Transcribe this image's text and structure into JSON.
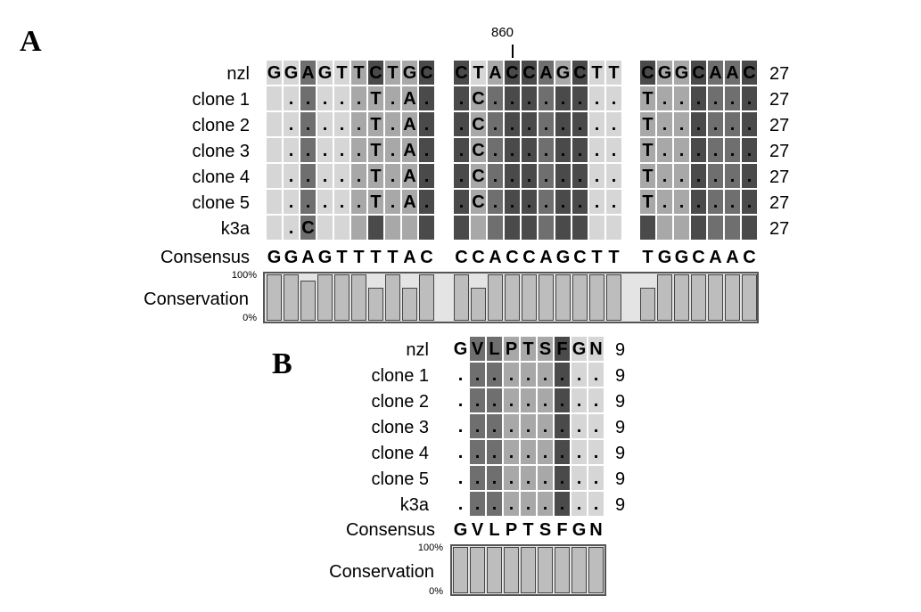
{
  "panelA": {
    "letter": "A",
    "marker": "860",
    "rows": [
      {
        "label": "nzl",
        "count": "27",
        "blocks": [
          {
            "chars": "GGAGTTCTGC",
            "shades": [
              1,
              1,
              3,
              1,
              1,
              2,
              4,
              2,
              2,
              4
            ]
          },
          {
            "chars": "CTACCAGCTT",
            "shades": [
              4,
              1,
              2,
              4,
              4,
              3,
              2,
              4,
              1,
              1
            ]
          },
          {
            "chars": "CGGCAAC",
            "shades": [
              4,
              2,
              2,
              4,
              3,
              3,
              4
            ]
          }
        ]
      },
      {
        "label": "clone 1",
        "count": "27",
        "blocks": [
          {
            "chars": "..........",
            "display": [
              "",
              ".",
              ".",
              ".",
              ".",
              ".",
              "T",
              ".",
              "A",
              "."
            ],
            "shades": [
              1,
              1,
              3,
              1,
              1,
              2,
              2,
              2,
              2,
              4
            ]
          },
          {
            "chars": "..........",
            "display": [
              ".",
              "C",
              ".",
              ".",
              ".",
              ".",
              ".",
              ".",
              ".",
              "."
            ],
            "shades": [
              4,
              2,
              3,
              4,
              4,
              3,
              4,
              4,
              1,
              1
            ]
          },
          {
            "chars": ".......",
            "display": [
              "T",
              ".",
              ".",
              ".",
              ".",
              ".",
              "."
            ],
            "shades": [
              2,
              2,
              2,
              4,
              3,
              3,
              4
            ]
          }
        ]
      },
      {
        "label": "clone 2",
        "count": "27",
        "blocks": [
          {
            "chars": "",
            "display": [
              "",
              ".",
              ".",
              ".",
              ".",
              ".",
              "T",
              ".",
              "A",
              "."
            ],
            "shades": [
              1,
              1,
              3,
              1,
              1,
              2,
              2,
              2,
              2,
              4
            ]
          },
          {
            "chars": "",
            "display": [
              ".",
              "C",
              ".",
              ".",
              ".",
              ".",
              ".",
              ".",
              ".",
              "."
            ],
            "shades": [
              4,
              2,
              3,
              4,
              4,
              3,
              4,
              4,
              1,
              1
            ]
          },
          {
            "chars": "",
            "display": [
              "T",
              ".",
              ".",
              ".",
              ".",
              ".",
              "."
            ],
            "shades": [
              2,
              2,
              2,
              4,
              3,
              3,
              4
            ]
          }
        ]
      },
      {
        "label": "clone 3",
        "count": "27",
        "blocks": [
          {
            "chars": "",
            "display": [
              "",
              ".",
              ".",
              ".",
              ".",
              ".",
              "T",
              ".",
              "A",
              "."
            ],
            "shades": [
              1,
              1,
              3,
              1,
              1,
              2,
              2,
              2,
              2,
              4
            ]
          },
          {
            "chars": "",
            "display": [
              ".",
              "C",
              ".",
              ".",
              ".",
              ".",
              ".",
              ".",
              ".",
              "."
            ],
            "shades": [
              4,
              2,
              3,
              4,
              4,
              3,
              4,
              4,
              1,
              1
            ]
          },
          {
            "chars": "",
            "display": [
              "T",
              ".",
              ".",
              ".",
              ".",
              ".",
              "."
            ],
            "shades": [
              2,
              2,
              2,
              4,
              3,
              3,
              4
            ]
          }
        ]
      },
      {
        "label": "clone 4",
        "count": "27",
        "blocks": [
          {
            "chars": "",
            "display": [
              "",
              ".",
              ".",
              ".",
              ".",
              ".",
              "T",
              ".",
              "A",
              "."
            ],
            "shades": [
              1,
              1,
              3,
              1,
              1,
              2,
              2,
              2,
              2,
              4
            ]
          },
          {
            "chars": "",
            "display": [
              ".",
              "C",
              ".",
              ".",
              ".",
              ".",
              ".",
              ".",
              ".",
              "."
            ],
            "shades": [
              4,
              2,
              3,
              4,
              4,
              3,
              4,
              4,
              1,
              1
            ]
          },
          {
            "chars": "",
            "display": [
              "T",
              ".",
              ".",
              ".",
              ".",
              ".",
              "."
            ],
            "shades": [
              2,
              2,
              2,
              4,
              3,
              3,
              4
            ]
          }
        ]
      },
      {
        "label": "clone 5",
        "count": "27",
        "blocks": [
          {
            "chars": "",
            "display": [
              "",
              ".",
              ".",
              ".",
              ".",
              ".",
              "T",
              ".",
              "A",
              "."
            ],
            "shades": [
              1,
              1,
              3,
              1,
              1,
              2,
              2,
              2,
              2,
              4
            ]
          },
          {
            "chars": "",
            "display": [
              ".",
              "C",
              ".",
              ".",
              ".",
              ".",
              ".",
              ".",
              ".",
              "."
            ],
            "shades": [
              4,
              2,
              3,
              4,
              4,
              3,
              4,
              4,
              1,
              1
            ]
          },
          {
            "chars": "",
            "display": [
              "T",
              ".",
              ".",
              ".",
              ".",
              ".",
              "."
            ],
            "shades": [
              2,
              2,
              2,
              4,
              3,
              3,
              4
            ]
          }
        ]
      },
      {
        "label": "k3a",
        "count": "27",
        "blocks": [
          {
            "chars": "",
            "display": [
              "",
              ".",
              "C",
              "",
              "",
              "",
              "",
              "",
              "",
              ""
            ],
            "shades": [
              1,
              1,
              3,
              1,
              1,
              2,
              4,
              2,
              2,
              4
            ]
          },
          {
            "chars": "",
            "display": [
              "",
              "",
              "",
              "",
              "",
              "",
              "",
              "",
              "",
              ""
            ],
            "shades": [
              4,
              2,
              3,
              4,
              4,
              3,
              4,
              4,
              1,
              1
            ]
          },
          {
            "chars": "",
            "display": [
              "",
              "",
              "",
              "",
              "",
              "",
              ""
            ],
            "shades": [
              4,
              2,
              2,
              4,
              3,
              3,
              4
            ]
          }
        ]
      }
    ],
    "consensus_label": "Consensus",
    "consensus": [
      "GGAGTTTTAC",
      "CCACCAGCTT",
      "TGGCAAC"
    ],
    "conservation_label": "Conservation",
    "pct_high": "100%",
    "pct_low": "0%",
    "conservation": [
      [
        1,
        1,
        0.86,
        1,
        1,
        1,
        0.71,
        1,
        0.71,
        1
      ],
      [
        1,
        0.71,
        1,
        1,
        1,
        1,
        1,
        1,
        1,
        1
      ],
      [
        0.71,
        1,
        1,
        1,
        1,
        1,
        1
      ]
    ]
  },
  "panelB": {
    "letter": "B",
    "rows": [
      {
        "label": "nzl",
        "count": "9",
        "display": [
          "G",
          "V",
          "L",
          "P",
          "T",
          "S",
          "F",
          "G",
          "N"
        ]
      },
      {
        "label": "clone 1",
        "count": "9",
        "display": [
          ".",
          ".",
          ".",
          ".",
          ".",
          ".",
          ".",
          ".",
          "."
        ]
      },
      {
        "label": "clone 2",
        "count": "9",
        "display": [
          ".",
          ".",
          ".",
          ".",
          ".",
          ".",
          ".",
          ".",
          "."
        ]
      },
      {
        "label": "clone 3",
        "count": "9",
        "display": [
          ".",
          ".",
          ".",
          ".",
          ".",
          ".",
          ".",
          ".",
          "."
        ]
      },
      {
        "label": "clone 4",
        "count": "9",
        "display": [
          ".",
          ".",
          ".",
          ".",
          ".",
          ".",
          ".",
          ".",
          "."
        ]
      },
      {
        "label": "clone 5",
        "count": "9",
        "display": [
          ".",
          ".",
          ".",
          ".",
          ".",
          ".",
          ".",
          ".",
          "."
        ]
      },
      {
        "label": "k3a",
        "count": "9",
        "display": [
          ".",
          ".",
          ".",
          ".",
          ".",
          ".",
          ".",
          ".",
          "."
        ]
      }
    ],
    "shades": [
      0,
      3,
      3,
      2,
      2,
      2,
      4,
      1,
      1
    ],
    "consensus_label": "Consensus",
    "consensus": "GVLPTSFGN",
    "conservation_label": "Conservation",
    "pct_high": "100%",
    "pct_low": "0%",
    "conservation": [
      1,
      1,
      1,
      1,
      1,
      1,
      1,
      1,
      1
    ]
  },
  "shade_colors": [
    "#ffffff",
    "#d6d6d6",
    "#a8a8a8",
    "#6f6f6f",
    "#4a4a4a"
  ]
}
